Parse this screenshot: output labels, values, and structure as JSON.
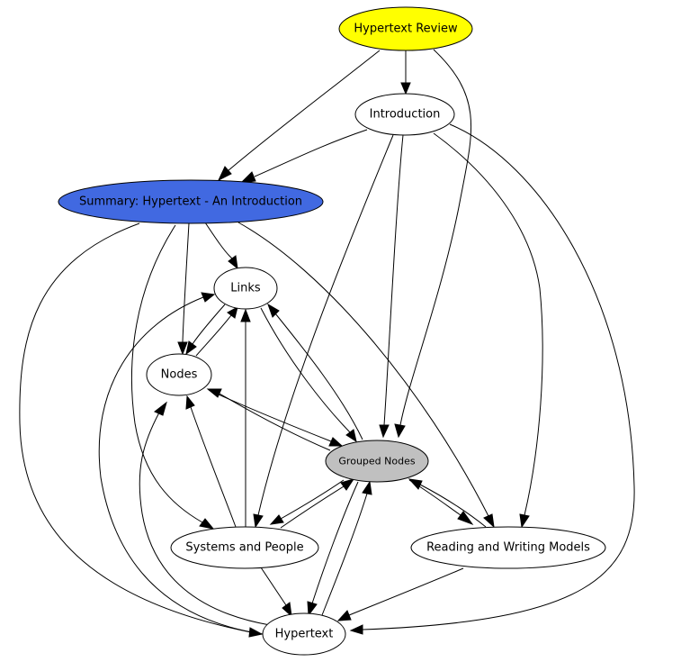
{
  "graph": {
    "nodes": {
      "review": {
        "label": "Hypertext Review",
        "fill": "#ffff00"
      },
      "intro": {
        "label": "Introduction",
        "fill": "#ffffff"
      },
      "summary": {
        "label": "Summary: Hypertext - An Introduction",
        "fill": "#4169e1"
      },
      "links": {
        "label": "Links",
        "fill": "#ffffff"
      },
      "nodes": {
        "label": "Nodes",
        "fill": "#ffffff"
      },
      "grouped": {
        "label": "Grouped Nodes",
        "fill": "#c0c0c0"
      },
      "systems": {
        "label": "Systems and People",
        "fill": "#ffffff"
      },
      "reading": {
        "label": "Reading and Writing Models",
        "fill": "#ffffff"
      },
      "hypertext": {
        "label": "Hypertext",
        "fill": "#ffffff"
      }
    }
  }
}
